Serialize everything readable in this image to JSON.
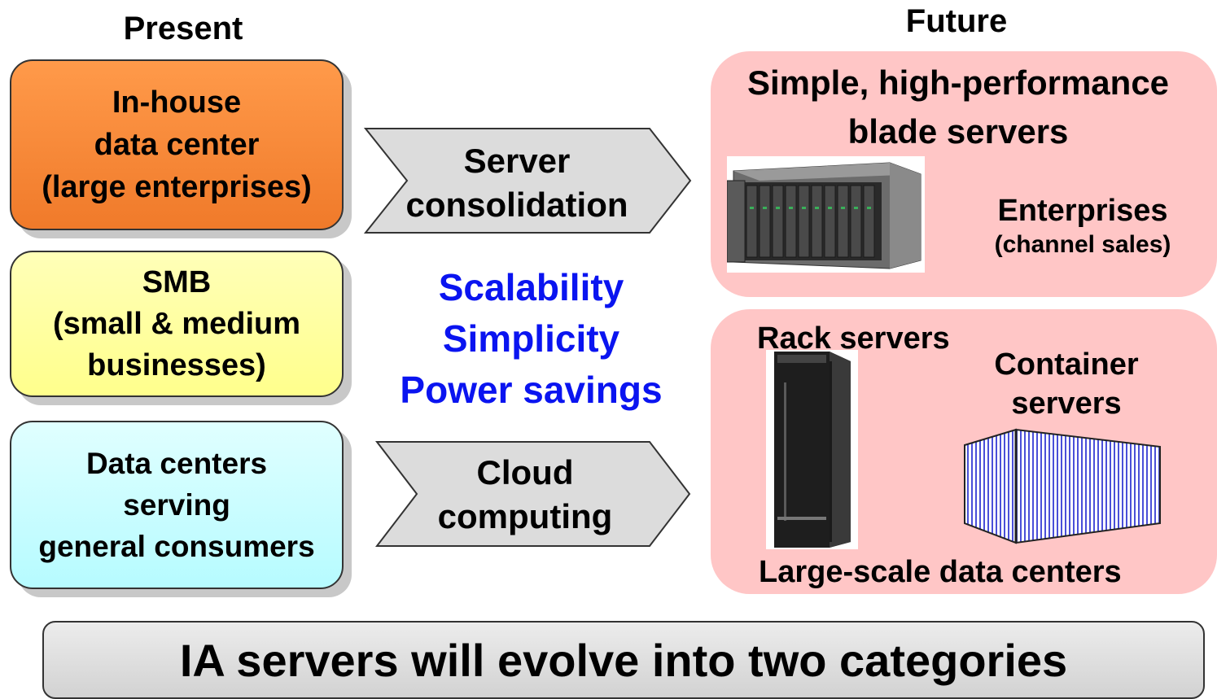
{
  "present": {
    "heading": "Present",
    "boxes": [
      {
        "lines": [
          "In-house",
          "data center",
          "(large enterprises)"
        ]
      },
      {
        "lines": [
          "SMB",
          "(small & medium",
          "businesses)"
        ]
      },
      {
        "lines": [
          "Data centers",
          "serving",
          "general consumers"
        ]
      }
    ]
  },
  "transitions": [
    {
      "lines": [
        "Server",
        "consolidation"
      ]
    },
    {
      "lines": [
        "Cloud",
        "computing"
      ]
    }
  ],
  "benefits": [
    "Scalability",
    "Simplicity",
    "Power savings"
  ],
  "future": {
    "heading": "Future",
    "blade_panel": {
      "title_lines": [
        "Simple, high-performance",
        "blade servers"
      ],
      "segment": "Enterprises",
      "segment_note": "(channel sales)"
    },
    "datacenter_panel": {
      "rack_label": "Rack servers",
      "container_lines": [
        "Container",
        "servers"
      ],
      "footer": "Large-scale data centers"
    }
  },
  "banner": "IA servers will evolve into two categories",
  "colors": {
    "box_a": "#f58a36",
    "box_b": "#ffffa0",
    "box_c": "#c8fdff",
    "future_panel": "#ffc6c6",
    "benefit_text": "#0a14f0",
    "arrow_fill": "#dcdcdc"
  }
}
